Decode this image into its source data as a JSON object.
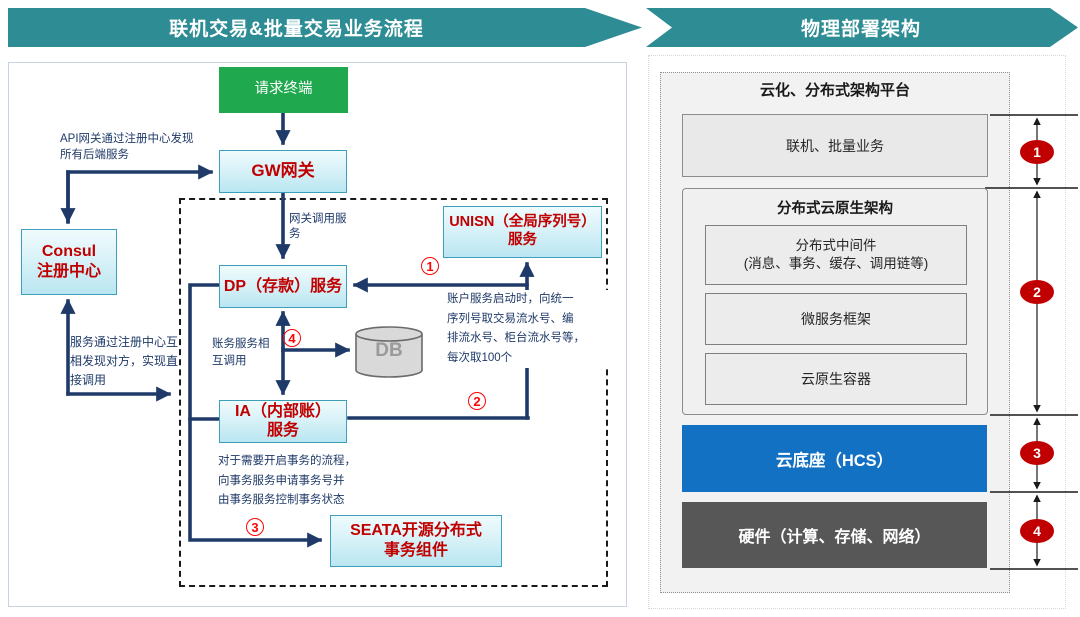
{
  "banners": {
    "left": "联机交易&批量交易业务流程",
    "right": "物理部署架构"
  },
  "flow": {
    "nodes": {
      "terminal": "请求终端",
      "gateway": "GW网关",
      "consul": "Consul\n注册中心",
      "dp": "DP（存款）服务",
      "unisn": "UNISN（全局序列号）\n服务",
      "ia": "IA（内部账）\n服务",
      "seata": "SEATA开源分布式\n事务组件",
      "db": "DB"
    },
    "notes": {
      "api": "API网关通过注册中心发现\n所有后端服务",
      "gw_call": "网关调用服\n务",
      "discover": "服务通过注册中心互\n相发现对方，实现直\n接调用",
      "mutual": "账务服务相\n互调用",
      "unisn": "账户服务启动时，向统一\n序列号取交易流水号、编\n排流水号、柜台流水号等，\n每次取100个",
      "txn": "对于需要开启事务的流程，\n向事务服务申请事务号并\n由事务服务控制事务状态"
    },
    "steps": {
      "s1": "1",
      "s2": "2",
      "s3": "3",
      "s4": "4"
    }
  },
  "deploy": {
    "title": "云化、分布式架构平台",
    "business": "联机、批量业务",
    "cloud_native_title": "分布式云原生架构",
    "middleware": "分布式中间件\n(消息、事务、缓存、调用链等)",
    "microservices": "微服务框架",
    "container": "云原生容器",
    "hcs": "云底座（HCS）",
    "hardware": "硬件（计算、存储、网络）",
    "badges": [
      "1",
      "2",
      "3",
      "4"
    ]
  },
  "colors": {
    "banner_teal": "#2e8c95",
    "arrow_navy": "#1f3a68",
    "node_text_red": "#c00000",
    "terminal_green": "#1fa84d",
    "hcs_blue": "#1271c3",
    "hardware_gray": "#575757",
    "badge_red": "#c00000",
    "step_red": "#fe0505"
  }
}
